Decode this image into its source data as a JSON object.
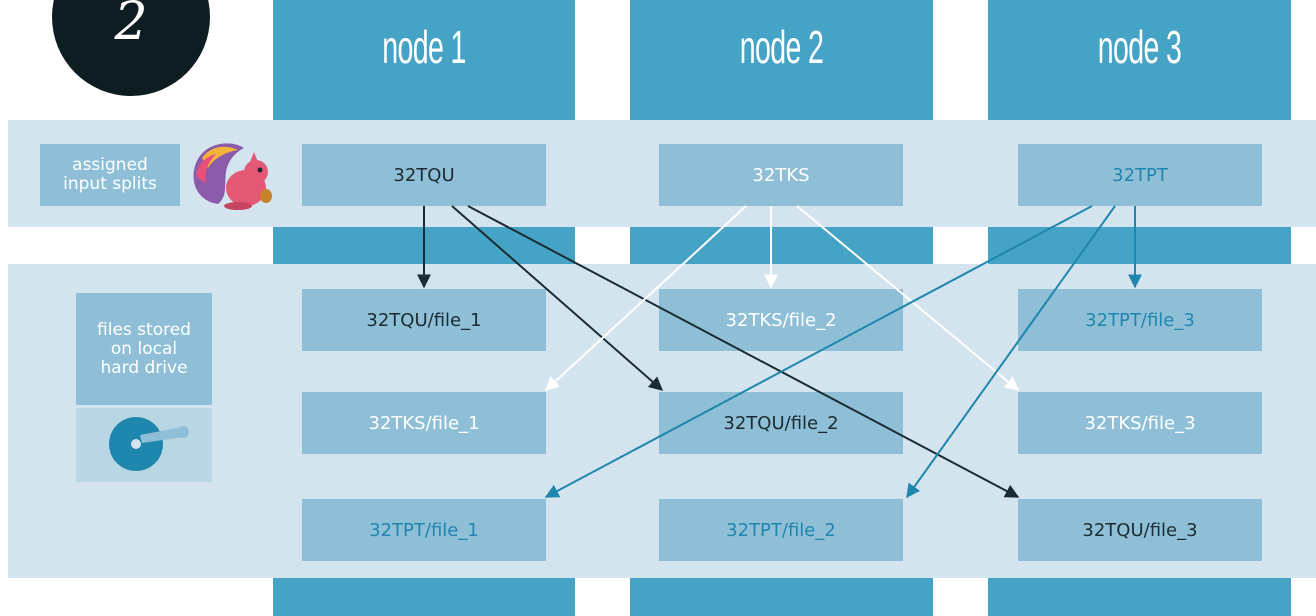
{
  "step": {
    "number": "2"
  },
  "nodes": [
    "node 1",
    "node 2",
    "node 3"
  ],
  "split_row": {
    "label": [
      "assigned",
      "input splits"
    ],
    "splits": [
      "32TQU",
      "32TKS",
      "32TPT"
    ]
  },
  "files_row": {
    "label": [
      "files stored",
      "on local",
      "hard drive"
    ],
    "files": [
      [
        "32TQU/file_1",
        "32TKS/file_2",
        "32TPT/file_3"
      ],
      [
        "32TKS/file_1",
        "32TQU/file_2",
        "32TKS/file_3"
      ],
      [
        "32TPT/file_1",
        "32TPT/file_2",
        "32TQU/file_3"
      ]
    ]
  },
  "colors": {
    "column": "#45a4c6",
    "band": "#d4e4ee",
    "box": "#8ebfd6",
    "tqu": "#1b2b33",
    "tks": "#ffffff",
    "tpt": "#1f86ad"
  },
  "icons": [
    "squirrel-logo-icon",
    "hard-drive-icon"
  ]
}
